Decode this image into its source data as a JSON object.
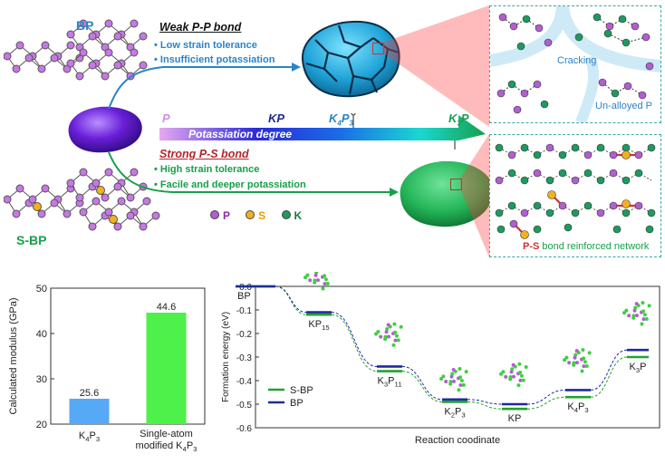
{
  "top": {
    "bp_label": "BP",
    "sbp_label": "S-BP",
    "weak_title": "Weak P-P bond",
    "weak_bullets": [
      "• Low strain tolerance",
      "• Insufficient potassiation"
    ],
    "strong_title": "Strong P-S bond",
    "strong_bullets": [
      "• High strain tolerance",
      "• Facile and deeper potassiation"
    ],
    "arrow": {
      "label_p": "P",
      "label_kp": "KP",
      "label_k4p3": "K4P3",
      "label_k3p": "K3P",
      "center": "Potassiation degree"
    },
    "legend": [
      {
        "symbol": "P",
        "color": "#b05fd0"
      },
      {
        "symbol": "S",
        "color": "#f2b01e"
      },
      {
        "symbol": "K",
        "color": "#1e9a60"
      }
    ],
    "inset_top_cracking": "Cracking",
    "inset_top_unalloyed": "Un-alloyed P",
    "inset_bottom_ps": "P-S",
    "inset_bottom_rest": " bond reinforced network",
    "colors": {
      "blue": "#2b83c6",
      "green": "#16a04a",
      "red": "#d32f2f",
      "purple": "#7a2bd8"
    }
  },
  "chart_data": [
    {
      "type": "bar",
      "categories": [
        "K4P3",
        "Single-atom modified K4P3"
      ],
      "category_labels": [
        [
          "K",
          "4",
          "P",
          "3"
        ],
        [
          "Single-atom",
          "modified K",
          "4",
          "P",
          "3"
        ]
      ],
      "values": [
        25.6,
        44.6
      ],
      "data_labels": [
        "25.6",
        "44.6"
      ],
      "colors": [
        "#56a9f4",
        "#4ef04a"
      ],
      "ylabel": "Calculated modulus (GPa)",
      "ylim": [
        20,
        50
      ],
      "yticks": [
        "20",
        "30",
        "40",
        "50"
      ]
    },
    {
      "type": "line",
      "xlabel": "Reaction coodinate",
      "ylabel": "Formation energy (eV)",
      "ylim": [
        -0.6,
        0.0
      ],
      "yticks": [
        "0.0",
        "-0.1",
        "-0.2",
        "-0.3",
        "-0.4",
        "-0.5",
        "-0.6"
      ],
      "points": [
        "BP",
        "KP15",
        "K3P11",
        "K2P3",
        "KP",
        "K4P3",
        "K3P"
      ],
      "point_labels": [
        [
          "BP"
        ],
        [
          "KP",
          "15"
        ],
        [
          "K",
          "3",
          "P",
          "11"
        ],
        [
          "K",
          "2",
          "P",
          "3"
        ],
        [
          "KP"
        ],
        [
          "K",
          "4",
          "P",
          "3"
        ],
        [
          "K",
          "3",
          "P"
        ]
      ],
      "series": [
        {
          "name": "S-BP",
          "color": "#21a32c",
          "values": [
            0.0,
            -0.12,
            -0.36,
            -0.49,
            -0.52,
            -0.47,
            -0.3
          ]
        },
        {
          "name": "BP",
          "color": "#1e2aa0",
          "values": [
            0.0,
            -0.11,
            -0.34,
            -0.48,
            -0.5,
            -0.44,
            -0.27
          ]
        }
      ]
    }
  ]
}
